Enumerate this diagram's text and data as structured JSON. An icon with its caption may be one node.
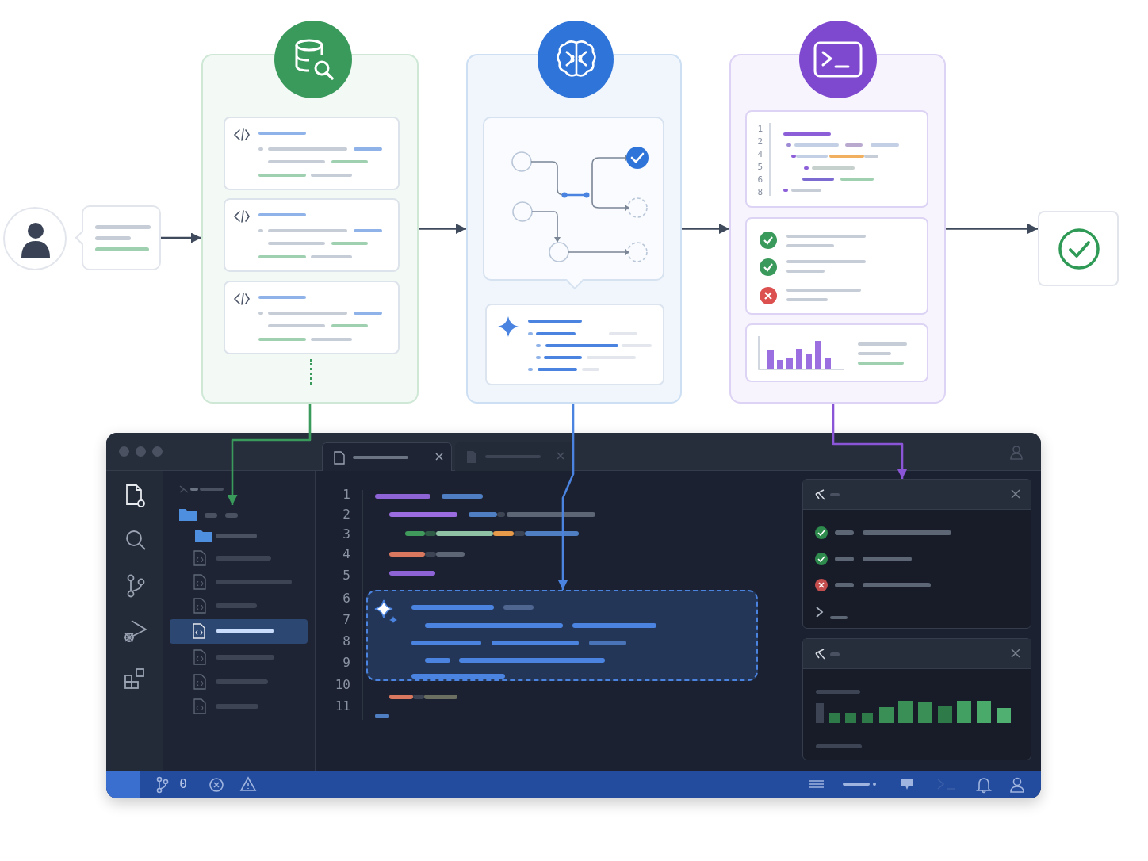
{
  "diagram": {
    "nodes": [
      {
        "text": [],
        "shape": "person"
      },
      {
        "text": [],
        "shape": "box"
      },
      {
        "text": [],
        "shape": "box"
      },
      {
        "text": [],
        "shape": "box"
      },
      {
        "text": [],
        "shape": "box"
      },
      {
        "text": [],
        "shape": "box"
      },
      {
        "text": [],
        "shape": "box"
      },
      {
        "text": [],
        "shape": "box",
        "in": 6
      },
      {
        "text": [],
        "shape": "box",
        "in": 6
      },
      {
        "text": [],
        "shape": "box",
        "in": 6
      }
    ],
    "edges": [
      {
        "from": 1,
        "to": 2,
        "arrow": "to"
      },
      {
        "from": 2,
        "to": 3,
        "arrow": "to"
      },
      {
        "from": 3,
        "to": 4,
        "arrow": "to"
      },
      {
        "from": 4,
        "to": 5,
        "arrow": "to"
      },
      {
        "from": 2,
        "to": 7,
        "arrow": "to",
        "color": "#3a9a5c"
      },
      {
        "from": 3,
        "to": 8,
        "arrow": "to",
        "color": "#4a84e0"
      },
      {
        "from": 4,
        "to": 9,
        "arrow": "to",
        "color": "#8a55d6"
      }
    ],
    "labels": [
      "1",
      "2",
      "4",
      "5",
      "6",
      "8",
      "1",
      "2",
      "3",
      "4",
      "5",
      "6",
      "7",
      "8",
      "9",
      "10",
      "11",
      "0"
    ]
  }
}
